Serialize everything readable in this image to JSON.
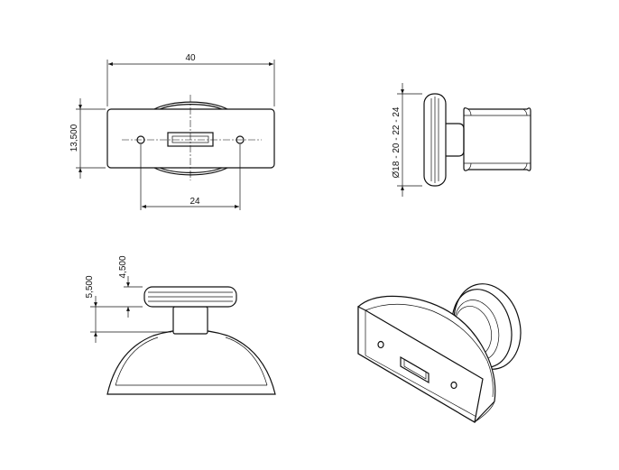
{
  "drawing": {
    "views": [
      "top-view",
      "side-view",
      "front-view",
      "isometric-view"
    ],
    "line_color": "#111111",
    "background": "#ffffff"
  },
  "dimensions": {
    "top_width": "40",
    "top_height": "13,500",
    "top_hole_spacing": "24",
    "side_diameter": "Ø18 - 20 - 22 - 24",
    "front_knob_height": "4,500",
    "front_neck_height": "5,500"
  }
}
